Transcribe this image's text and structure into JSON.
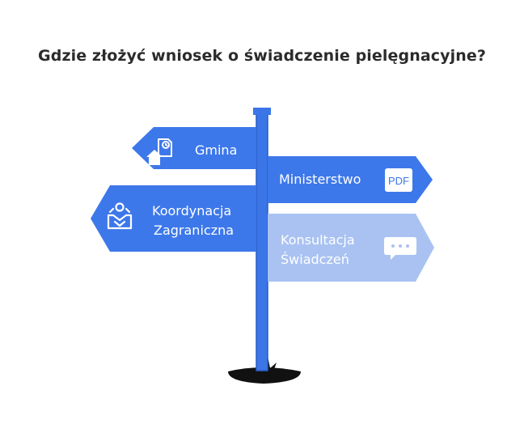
{
  "title": "Gdzie złożyć wniosek o świadczenie pielęgnacyjne?",
  "signs": {
    "gmina": {
      "label": "Gmina",
      "icon": "home-document-icon"
    },
    "ministerstwo": {
      "label": "Ministerstwo",
      "icon": "pdf-document-icon",
      "icon_text": "PDF"
    },
    "koordynacja": {
      "line1": "Koordynacja",
      "line2": "Zagraniczna",
      "icon": "handshake-icon"
    },
    "konsultacja": {
      "line1": "Konsultacja",
      "line2": "Świadczeń",
      "icon": "chat-bubble-icon"
    }
  },
  "colors": {
    "primary_blue": "#3d78ea",
    "light_blue": "#a9c2f2",
    "pole_blue": "#3b76e8",
    "base": "#111111",
    "title_text": "#2b2b2b"
  }
}
